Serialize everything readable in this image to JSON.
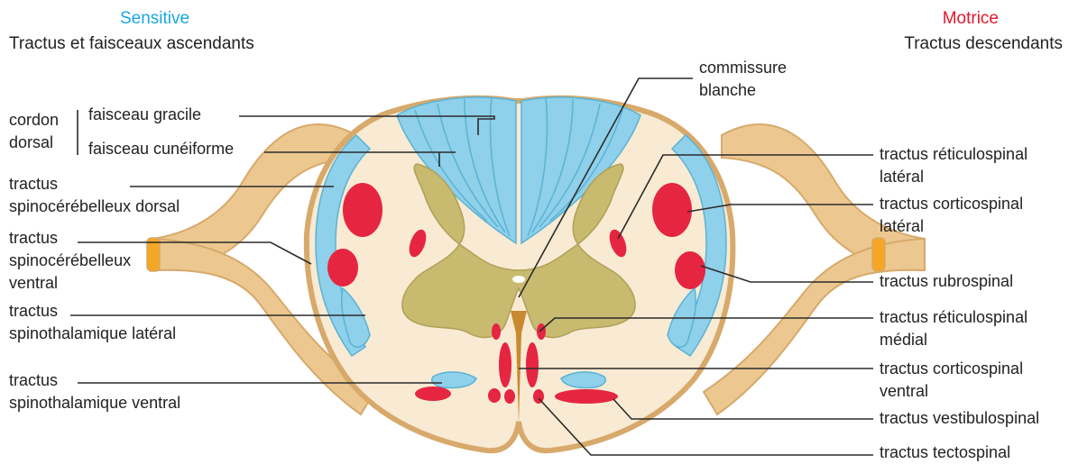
{
  "headers": {
    "left_title": "Sensitive",
    "left_subtitle": "Tractus et faisceaux ascendants",
    "right_title": "Motrice",
    "right_subtitle": "Tractus descendants"
  },
  "colors": {
    "sensory_header": "#1aa7e0",
    "motor_header": "#e0182d",
    "white_matter": "#f8ead3",
    "gray_matter": "#c8bb6f",
    "ascending_tract": "#8fd0ea",
    "descending_tract": "#e62541",
    "nerve_root": "#ecc890",
    "membrane_edge": "#d7a96b",
    "leader_line": "#2b2b2b"
  },
  "left_labels": {
    "cordon_dorsal": "cordon\ndorsal",
    "faisceau_gracile": "faisceau gracile",
    "faisceau_cuneiforme": "faisceau cunéiforme",
    "spinocerebelleux_dorsal": "tractus\nspinocérébelleux dorsal",
    "spinocerebelleux_ventral": "tractus\nspinocérébelleux\nventral",
    "spinothalamique_lateral": "tractus\nspinothalamique latéral",
    "spinothalamique_ventral": "tractus\nspinothalamique ventral"
  },
  "center_labels": {
    "commissure_blanche": "commissure\nblanche"
  },
  "right_labels": {
    "reticulospinal_lateral": "tractus réticulospinal\nlatéral",
    "corticospinal_lateral": "tractus corticospinal\nlatéral",
    "rubrospinal": "tractus rubrospinal",
    "reticulospinal_medial": "tractus réticulospinal\nmédial",
    "corticospinal_ventral": "tractus corticospinal\nventral",
    "vestibulospinal": "tractus vestibulospinal",
    "tectospinal": "tractus tectospinal"
  }
}
